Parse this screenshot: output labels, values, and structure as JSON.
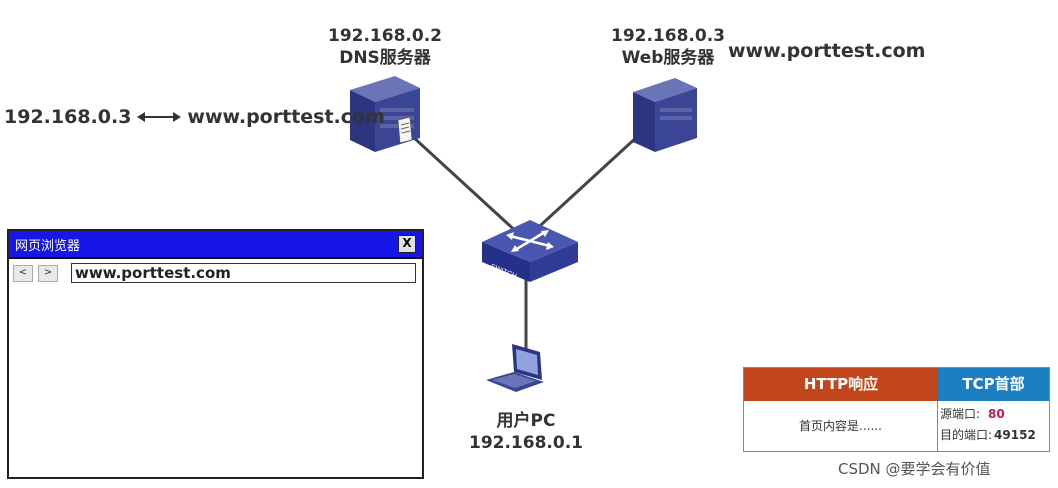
{
  "dns_server": {
    "ip": "192.168.0.2",
    "name": "DNS服务器"
  },
  "web_server": {
    "ip": "192.168.0.3",
    "name": "Web服务器",
    "domain": "www.porttest.com"
  },
  "dns_record": {
    "ip": "192.168.0.3",
    "domain": "www.porttest.com"
  },
  "switch_label": "SWITCH",
  "user_pc": {
    "name": "用户PC",
    "ip": "192.168.0.1"
  },
  "browser": {
    "title": "网页浏览器",
    "close": "X",
    "back": "<",
    "forward": ">",
    "url": "www.porttest.com"
  },
  "packet": {
    "http_header": "HTTP响应",
    "tcp_header": "TCP首部",
    "http_body": "首页内容是......",
    "src_port_label": "源端口:",
    "src_port_value": "80",
    "dst_port_label": "目的端口:",
    "dst_port_value": "49152"
  },
  "watermark": "CSDN @要学会有价值",
  "colors": {
    "browser_titlebar": "#1616e8",
    "http_header": "#c2461b",
    "tcp_header": "#1b7fc2",
    "port_value": "#c2185b"
  }
}
